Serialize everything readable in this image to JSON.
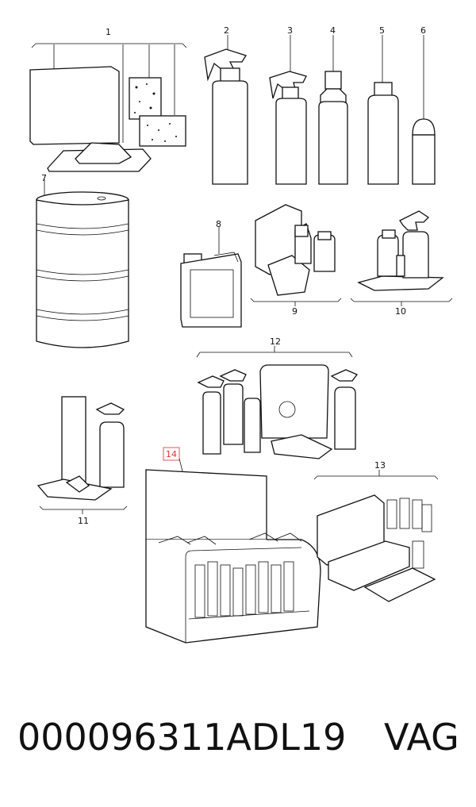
{
  "callouts": {
    "c1": "1",
    "c2": "2",
    "c3": "3",
    "c4": "4",
    "c5": "5",
    "c6": "6",
    "c7": "7",
    "c8": "8",
    "c9": "9",
    "c10": "10",
    "c11": "11",
    "c12": "12",
    "c13": "13",
    "c14": "14"
  },
  "footer": {
    "part_number": "000096311ADL19",
    "brand": "VAG"
  },
  "colors": {
    "highlight_box": "#e05a5a"
  }
}
